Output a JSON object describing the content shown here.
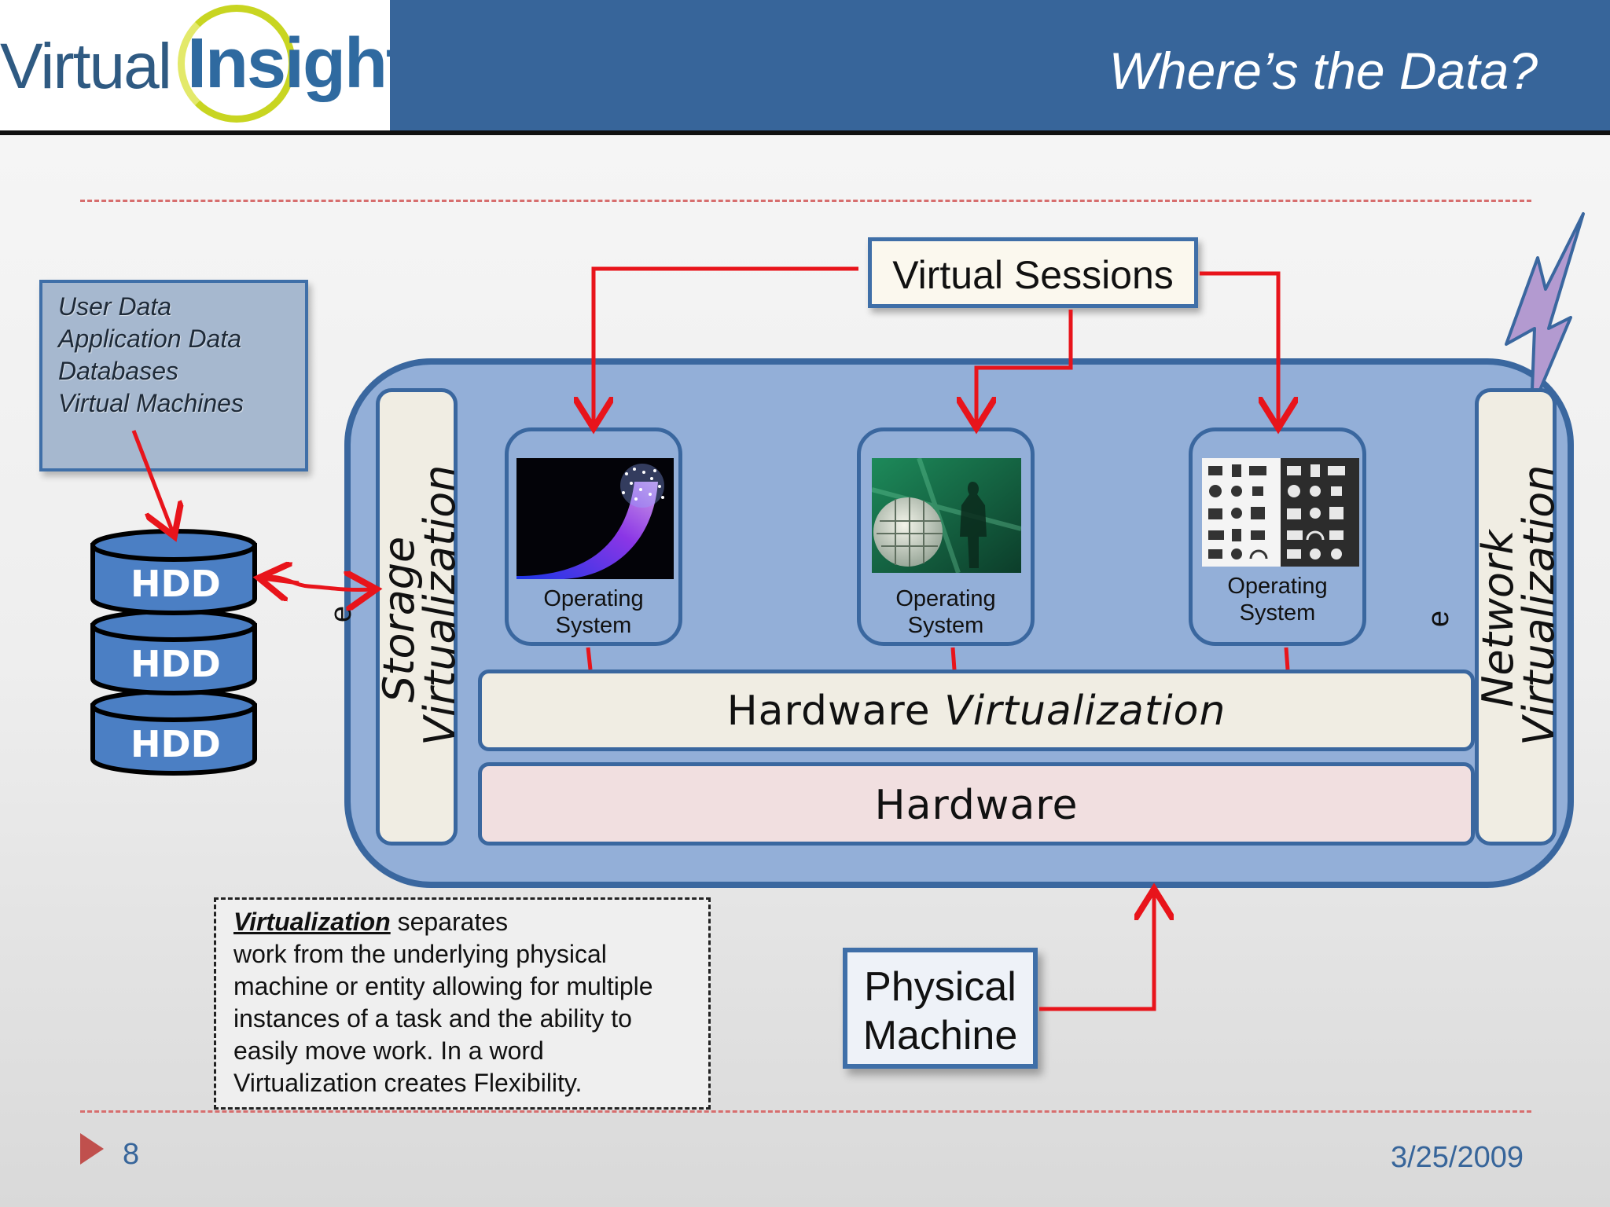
{
  "header": {
    "logo_part1": "Virtual",
    "logo_part2": "Insight",
    "title": "Where’s the Data?"
  },
  "data_box": {
    "items": [
      "User Data",
      "Application Data",
      "Databases",
      "Virtual Machines"
    ]
  },
  "hdds": [
    "HDD",
    "HDD",
    "HDD"
  ],
  "virtual_sessions": "Virtual Sessions",
  "storage_virt": {
    "line1": "Storage",
    "line2": "Virtualization",
    "stray": "e"
  },
  "network_virt": {
    "line1": "Network",
    "line2": "Virtualization",
    "stray": "e"
  },
  "os_boxes": [
    {
      "line1": "Operating",
      "line2": "System",
      "image": "fiber-optic-image"
    },
    {
      "line1": "Operating",
      "line2": "System",
      "image": "globe-silhouette-image"
    },
    {
      "line1": "Operating",
      "line2": "System",
      "image": "media-icons-grid-image"
    }
  ],
  "hardware_virt": {
    "word1": "Hardware",
    "word2": "Virtualization"
  },
  "hardware": "Hardware",
  "physical_machine": {
    "line1": "Physical",
    "line2": "Machine"
  },
  "definition": {
    "term": "Virtualization",
    "line1_rest": " separates",
    "lines": [
      "work from the underlying physical",
      "machine or entity allowing for multiple",
      "instances of a task and the ability to",
      "easily move work. In a word",
      "Virtualization creates Flexibility."
    ]
  },
  "footer": {
    "page": "8",
    "date": "3/25/2009"
  },
  "colors": {
    "title_bar": "#37659a",
    "container": "#93afd8",
    "border": "#3a679f",
    "arrow": "#e8141b",
    "hdd": "#4b7fc4",
    "lightning": "#b39ad0"
  }
}
